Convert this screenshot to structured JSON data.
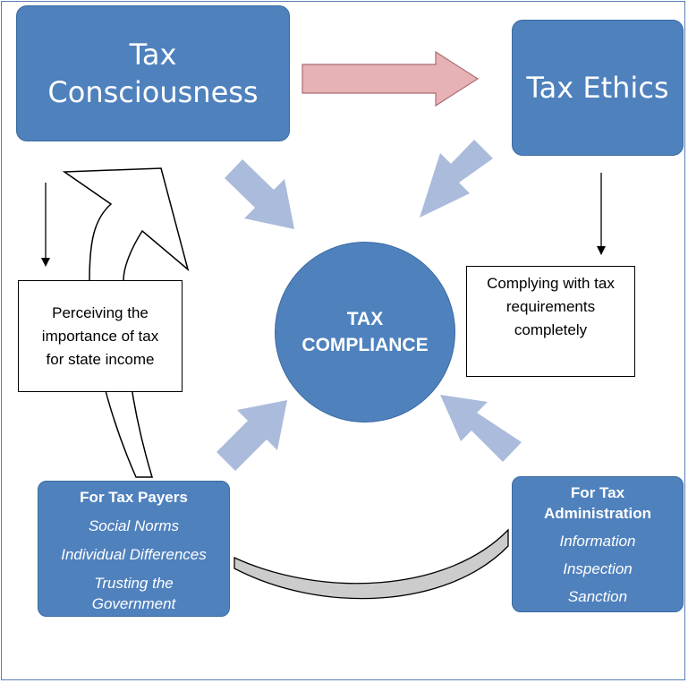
{
  "consciousness": {
    "line1": "Tax",
    "line2": "Consciousness"
  },
  "ethics": {
    "title": "Tax Ethics"
  },
  "compliance": {
    "line1": "TAX",
    "line2": "COMPLIANCE"
  },
  "perceiving": {
    "line1": "Perceiving the",
    "line2": "importance of tax",
    "line3": "for state income"
  },
  "complying": {
    "line1": "Complying with tax",
    "line2": "requirements",
    "line3": "completely"
  },
  "taxpayers": {
    "heading": "For Tax Payers",
    "item1": "Social Norms",
    "item2": "Individual Differences",
    "item3_line1": "Trusting the",
    "item3_line2": "Government"
  },
  "administration": {
    "heading_line1": "For Tax",
    "heading_line2": "Administration",
    "item1": "Information",
    "item2": "Inspection",
    "item3": "Sanction"
  },
  "colors": {
    "box_blue": "#4f81bd",
    "light_arrow": "#aabbdb",
    "pink_arrow": "#e6b2b5",
    "gray_arc": "#cccccc"
  }
}
